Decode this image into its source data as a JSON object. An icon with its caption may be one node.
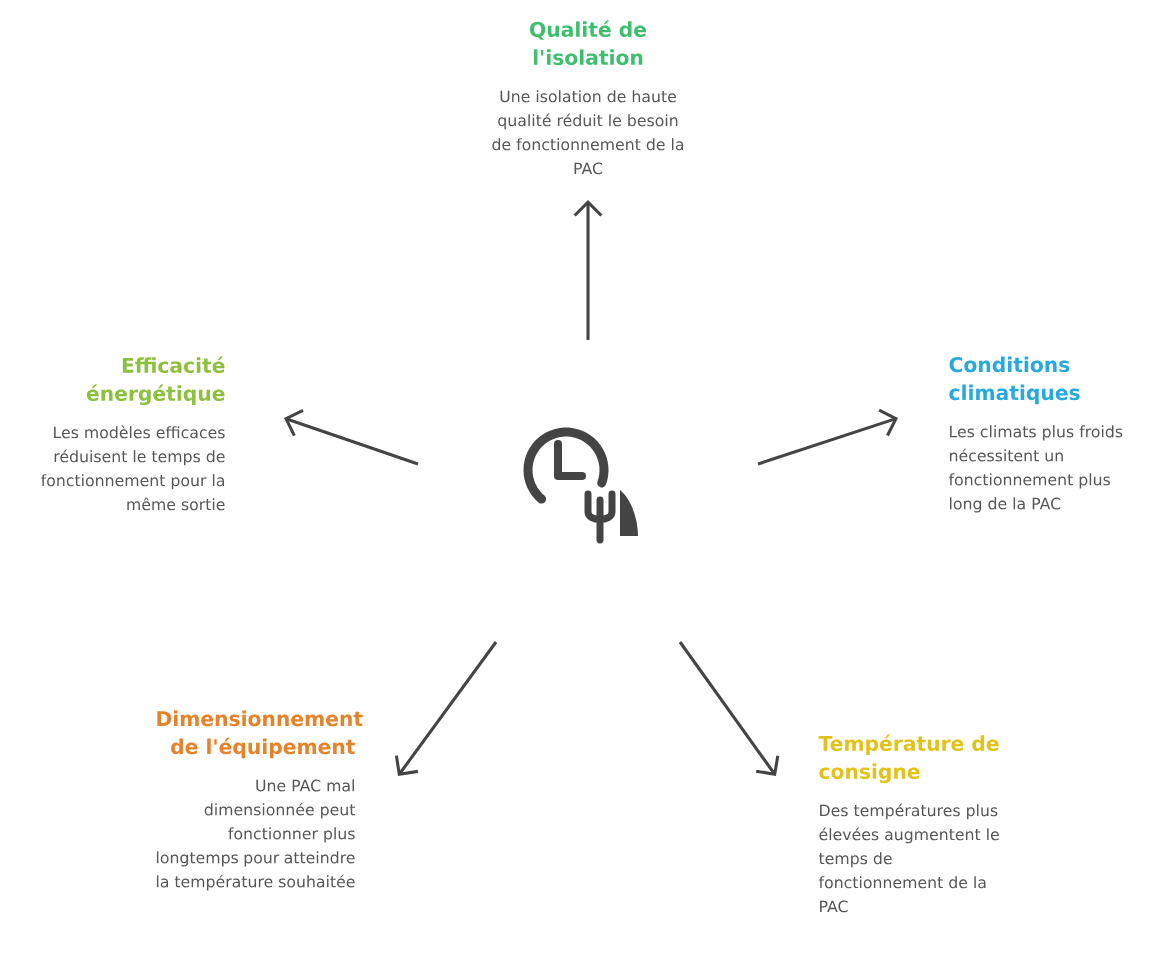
{
  "diagram": {
    "nodes": [
      {
        "text": [],
        "shape": "clock"
      },
      {
        "text": [
          "Qualité de l'isolation",
          "Une isolation de haute qualité réduit le besoin de fonctionnement de la PAC"
        ]
      },
      {
        "text": [
          "Efficacité énergétique",
          "Les modèles efficaces réduisent le temps de fonctionnement pour la même sortie"
        ]
      },
      {
        "text": [
          "Conditions climatiques",
          "Les climats plus froids nécessitent un fonctionnement plus long de la PAC"
        ]
      },
      {
        "text": [
          "Dimensionnement de l'équipement",
          "Une PAC mal dimensionnée peut fonctionner plus longtemps pour atteindre la température souhaitée"
        ]
      },
      {
        "text": [
          "Température de consigne",
          "Des températures plus élevées augmentent le temps de fonctionnement de la PAC"
        ]
      }
    ],
    "edges": [
      {
        "from": 0,
        "to": 1,
        "arrow": "to"
      },
      {
        "from": 0,
        "to": 2,
        "arrow": "to"
      },
      {
        "from": 0,
        "to": 3,
        "arrow": "to"
      },
      {
        "from": 0,
        "to": 4,
        "arrow": "to"
      },
      {
        "from": 0,
        "to": 5,
        "arrow": "to"
      }
    ]
  }
}
